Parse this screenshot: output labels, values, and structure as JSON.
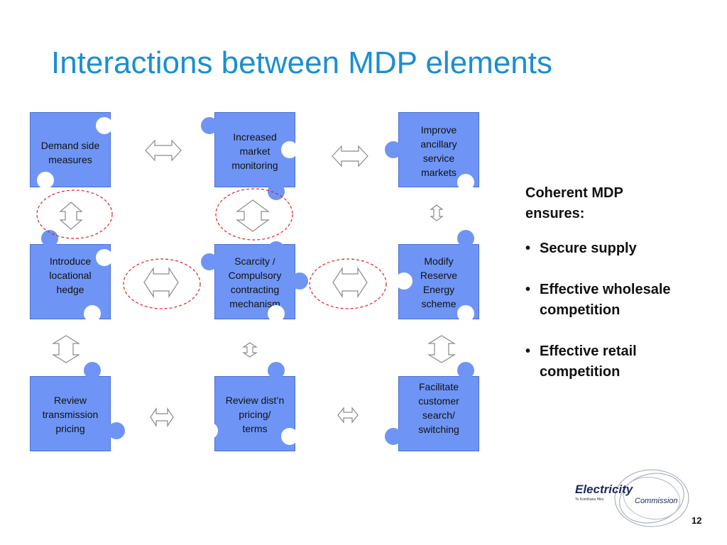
{
  "slide": {
    "title": "Interactions between MDP elements",
    "page_number": "12"
  },
  "boxes": [
    {
      "id": "demand-side",
      "label": "Demand side\nmeasures"
    },
    {
      "id": "market-monitoring",
      "label": "Increased\nmarket\nmonitoring"
    },
    {
      "id": "ancillary-markets",
      "label": "Improve\nancillary\nservice\nmarkets"
    },
    {
      "id": "locational-hedge",
      "label": "Introduce\nlocational\nhedge"
    },
    {
      "id": "scarcity-contracting",
      "label": "Scarcity /\nCompulsory\ncontracting\nmechanism"
    },
    {
      "id": "reserve-energy",
      "label": "Modify\nReserve\nEnergy\nscheme"
    },
    {
      "id": "transmission-pricing",
      "label": "Review\ntransmission\npricing"
    },
    {
      "id": "distn-pricing",
      "label": "Review dist’n\npricing/\nterms"
    },
    {
      "id": "customer-switching",
      "label": "Facilitate\ncustomer\nsearch/\nswitching"
    }
  ],
  "side_panel": {
    "heading": "Coherent MDP\nensures:",
    "bullet_symbol": "•",
    "items": [
      "Secure supply",
      "Effective wholesale\ncompetition",
      "Effective retail\ncompetition"
    ]
  },
  "logo": {
    "wordmark": "Electricity",
    "small_text": "Te Komihana Hiko",
    "subtitle": "Commission"
  },
  "colors": {
    "title": "#1a8fd1",
    "box_fill": "#6e95f5",
    "highlight_ring": "#e02020",
    "arrow_stroke": "#8a8a8a"
  }
}
